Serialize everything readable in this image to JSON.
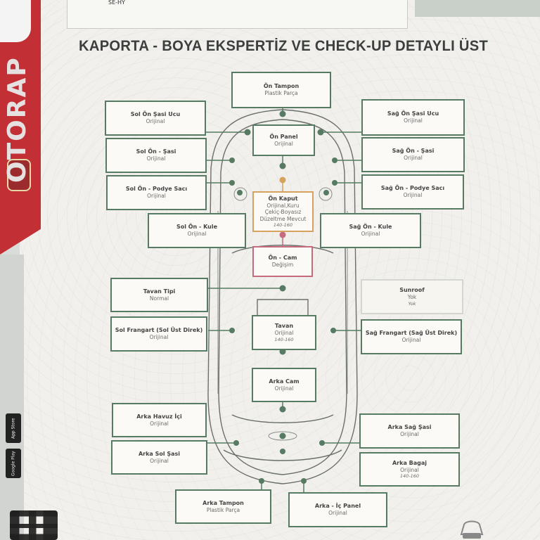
{
  "header": {
    "title": "KAPORTA - BOYA EKSPERTİZ VE CHECK-UP DETAYLI ÜST",
    "top_note_fragment": "SE-HY"
  },
  "brand": {
    "name": "OTORAP"
  },
  "store_badges": [
    "App Store",
    "Google Play"
  ],
  "parts": {
    "on_tampon": {
      "name": "Ön Tampon",
      "status": "Plastik Parça"
    },
    "sol_on_sasi_ucu": {
      "name": "Sol Ön Şasi Ucu",
      "status": "Orijinal"
    },
    "sag_on_sasi_ucu": {
      "name": "Sağ Ön Şasi Ucu",
      "status": "Orijinal"
    },
    "on_panel": {
      "name": "Ön Panel",
      "status": "Orijinal"
    },
    "sol_on_sasi": {
      "name": "Sol Ön - Şasi",
      "status": "Orijinal"
    },
    "sag_on_sasi": {
      "name": "Sağ Ön - Şasi",
      "status": "Orijinal"
    },
    "sol_on_podye": {
      "name": "Sol Ön - Podye Sacı",
      "status": "Orijinal"
    },
    "sag_on_podye": {
      "name": "Sağ Ön - Podye Sacı",
      "status": "Orijinal"
    },
    "on_kaput": {
      "name": "Ön Kaput",
      "status_lines": [
        "Orijinal,Kuru",
        "Çekiç-Boyasız",
        "Düzeltme Mevcut"
      ],
      "extra": "140-160"
    },
    "sol_on_kule": {
      "name": "Sol Ön - Kule",
      "status": "Orijinal"
    },
    "sag_on_kule": {
      "name": "Sağ Ön - Kule",
      "status": "Orijinal"
    },
    "on_cam": {
      "name": "Ön - Cam",
      "status": "Değişim"
    },
    "tavan_tipi": {
      "name": "Tavan Tipi",
      "status": "Normal"
    },
    "sunroof": {
      "name": "Sunroof",
      "status": "Yok",
      "extra": "Yok"
    },
    "sol_frangart": {
      "name": "Sol Frangart (Sol Üst Direk)",
      "status": "Orijinal"
    },
    "tavan": {
      "name": "Tavan",
      "status": "Orijinal",
      "extra": "140-160"
    },
    "sag_frangart": {
      "name": "Sağ Frangart (Sağ Üst Direk)",
      "status": "Orijinal"
    },
    "arka_cam": {
      "name": "Arka Cam",
      "status": "Orijinal"
    },
    "arka_havuz_ici": {
      "name": "Arka Havuz İçi",
      "status": "Orijinal"
    },
    "arka_sag_sasi": {
      "name": "Arka Sağ Şasi",
      "status": "Orijinal"
    },
    "arka_sol_sasi": {
      "name": "Arka Sol Şasi",
      "status": "Orijinal"
    },
    "arka_bagaj": {
      "name": "Arka Bagaj",
      "status": "Orijinal",
      "extra": "140-160"
    },
    "arka_tampon": {
      "name": "Arka Tampon",
      "status": "Plastik Parça"
    },
    "arka_ic_panel": {
      "name": "Arka - İç Panel",
      "status": "Orijinal"
    }
  },
  "colors": {
    "ok_border": "#567a62",
    "repaired_border": "#d7a15e",
    "replaced_border": "#c66a7d",
    "brand_red": "#c22f35"
  }
}
